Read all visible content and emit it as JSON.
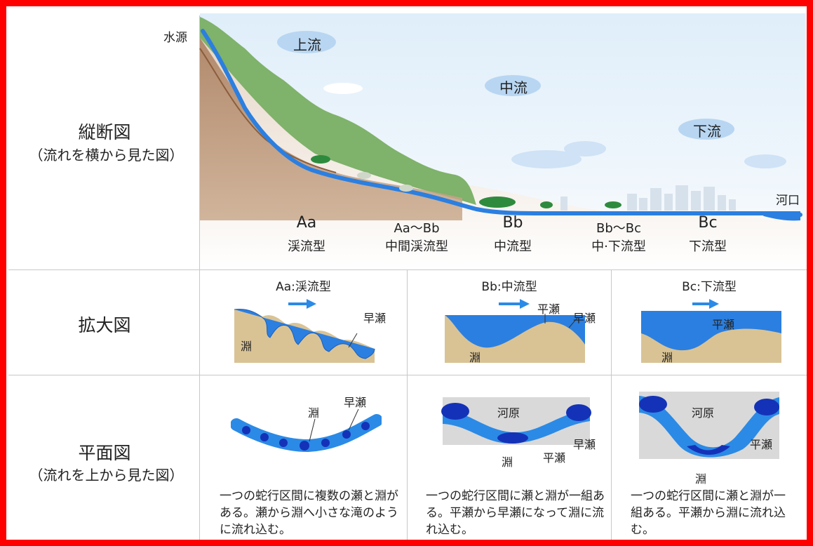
{
  "profile": {
    "source_label": "水源",
    "mouth_label": "河口",
    "upper_label": "上流",
    "middle_label": "中流",
    "lower_label": "下流",
    "types": [
      {
        "code": "Aa",
        "name": "渓流型"
      },
      {
        "code": "Aa〜Bb",
        "name": "中間渓流型"
      },
      {
        "code": "Bb",
        "name": "中流型"
      },
      {
        "code": "Bb〜Bc",
        "name": "中·下流型"
      },
      {
        "code": "Bc",
        "name": "下流型"
      }
    ]
  },
  "rows": {
    "longitudinal": {
      "title": "縦断図",
      "subtitle": "（流れを横から見た図）"
    },
    "enlarged": {
      "title": "拡大図"
    },
    "plan": {
      "title": "平面図",
      "subtitle": "（流れを上から見た図）"
    }
  },
  "panels": [
    {
      "title": "Aa:渓流型",
      "enlarged_labels": {
        "riffle": "早瀬",
        "pool": "淵"
      },
      "plan_labels": {
        "riffle": "早瀬",
        "pool": "淵"
      },
      "description": "一つの蛇行区間に複数の瀬と淵がある。瀬から淵へ小さな滝のように流れ込む。"
    },
    {
      "title": "Bb:中流型",
      "enlarged_labels": {
        "flat": "平瀬",
        "riffle": "早瀬",
        "pool": "淵"
      },
      "plan_labels": {
        "bank": "河原",
        "riffle": "早瀬",
        "flat": "平瀬",
        "pool": "淵"
      },
      "description": "一つの蛇行区間に瀬と淵が一組ある。平瀬から早瀬になって淵に流れ込む。"
    },
    {
      "title": "Bc:下流型",
      "enlarged_labels": {
        "flat": "平瀬",
        "pool": "淵"
      },
      "plan_labels": {
        "bank": "河原",
        "flat": "平瀬",
        "pool": "淵"
      },
      "description": "一つの蛇行区間に瀬と淵が一組ある。平瀬から淵に流れ込む。"
    }
  ]
}
